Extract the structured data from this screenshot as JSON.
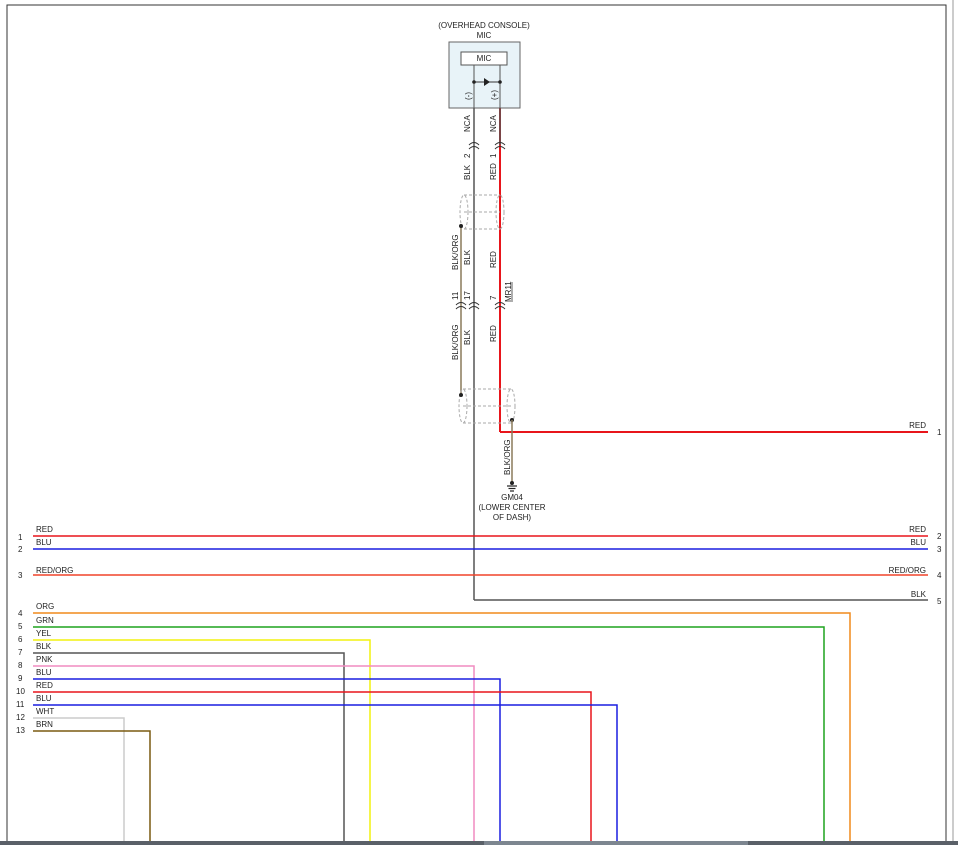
{
  "component": {
    "location": "(OVERHEAD CONSOLE)",
    "name": "MIC",
    "inner_label": "MIC",
    "pin_minus": "(-)",
    "pin_plus": "(+)"
  },
  "mic_wires": {
    "nca_left": "NCA",
    "nca_right": "NCA",
    "pin_left": "2",
    "pin_right": "1",
    "blk_upper": "BLK",
    "red_upper": "RED",
    "blkorg_mid": "BLK/ORG",
    "blk_mid": "BLK",
    "red_mid": "RED",
    "pin_11": "11",
    "pin_17": "17",
    "pin_7": "7",
    "connector_id": "MR11",
    "blkorg_low": "BLK/ORG",
    "blk_low": "BLK",
    "red_low": "RED",
    "blkorg_ground": "BLK/ORG"
  },
  "ground": {
    "id": "GM04",
    "loc_line1": "(LOWER CENTER",
    "loc_line2": "OF DASH)"
  },
  "right_connector": [
    {
      "pin": "1",
      "color": "RED"
    },
    {
      "pin": "2",
      "color": "RED"
    },
    {
      "pin": "3",
      "color": "BLU"
    },
    {
      "pin": "4",
      "color": "RED/ORG"
    },
    {
      "pin": "5",
      "color": "BLK"
    }
  ],
  "left_connector": [
    {
      "pin": "1",
      "color": "RED"
    },
    {
      "pin": "2",
      "color": "BLU"
    },
    {
      "pin": "3",
      "color": "RED/ORG"
    },
    {
      "pin": "4",
      "color": "ORG"
    },
    {
      "pin": "5",
      "color": "GRN"
    },
    {
      "pin": "6",
      "color": "YEL"
    },
    {
      "pin": "7",
      "color": "BLK"
    },
    {
      "pin": "8",
      "color": "PNK"
    },
    {
      "pin": "9",
      "color": "BLU"
    },
    {
      "pin": "10",
      "color": "RED"
    },
    {
      "pin": "11",
      "color": "BLU"
    },
    {
      "pin": "12",
      "color": "WHT"
    },
    {
      "pin": "13",
      "color": "BRN"
    }
  ],
  "wire_colors": {
    "red": "#e8151b",
    "blue": "#1a1fe0",
    "redorg": "#f0442a",
    "orange": "#f08a1c",
    "green": "#1fa31f",
    "yellow": "#f2f20f",
    "black": "#555555",
    "pink": "#f08cc0",
    "white": "#cccccc",
    "brown": "#7a5a10",
    "blkorg": "#8a7a5a"
  }
}
